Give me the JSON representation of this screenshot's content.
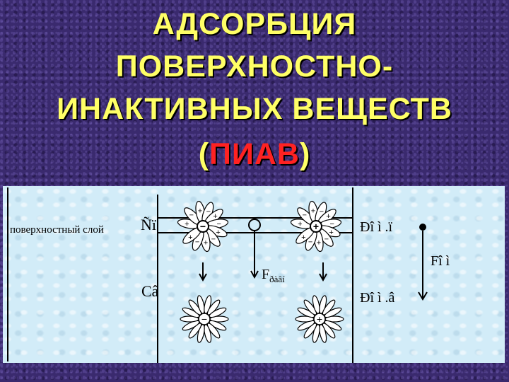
{
  "title": {
    "line1": "АДСОРБЦИЯ",
    "line2": "ПОВЕРХНОСТНО-",
    "line3": "ИНАКТИВНЫХ  ВЕЩЕСТВ",
    "paren_open": "(",
    "abbr": "ПИАВ",
    "paren_close": ")"
  },
  "colors": {
    "background": "#3a2a6e",
    "title_text": "#ffff66",
    "abbreviation": "#ff2222",
    "panel": "#d2ecf8"
  },
  "diagram": {
    "surface_layer_label": "поверхностный слой",
    "c_surface": "Ñï",
    "c_bulk": "Câ",
    "f_label": "F",
    "f_subscript": "ðàâí",
    "p_top_label": "Ðî ì .ï",
    "p_bottom_label": "Ðî ì .â",
    "f_right_label": "Fî ì"
  }
}
